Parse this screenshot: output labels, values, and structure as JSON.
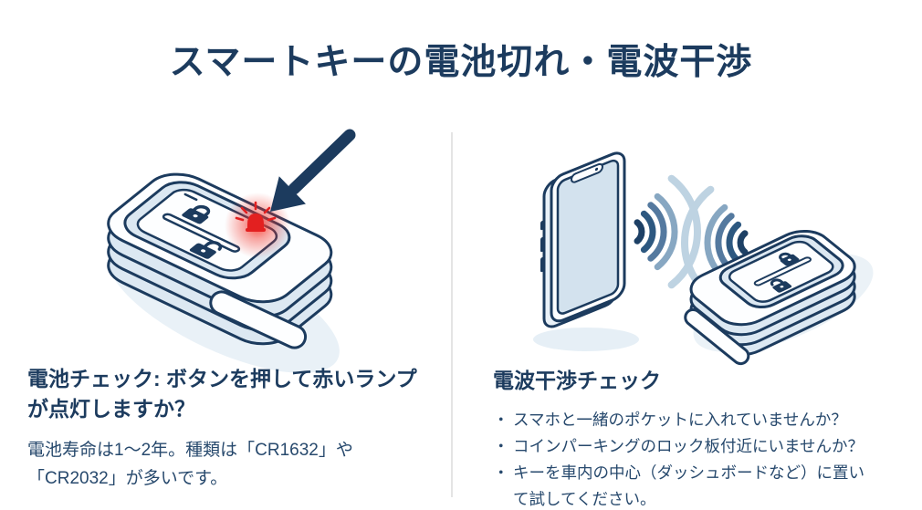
{
  "title": "スマートキーの電池切れ・電波干渉",
  "colors": {
    "navy_outline_text": "#1c3b5e",
    "body_text": "#27496d",
    "light_blue_fill": "#dce8f2",
    "phone_screen_blue": "#d3e2ee",
    "wave_dark": "#1d4065",
    "wave_mid": "#2d5880",
    "wave_light": "#54799f",
    "wave_lighter": "#87a7c2",
    "wave_lightest": "#bed3e2",
    "lamp_red": "#e32020",
    "divider_gray": "#e4e4e4",
    "background": "#ffffff"
  },
  "left_section": {
    "illustration": "smart-key-fob-with-red-lamp-and-arrow",
    "heading_lines": [
      "電池チェック: ボタンを押して赤いランプ",
      "が点灯しますか？"
    ],
    "body_lines": [
      "電池寿命は1〜2年。種類は「CR1632」や",
      "「CR2032」が多いです。"
    ]
  },
  "right_section": {
    "illustration": "smartphone-radio-wave-interference-with-key-fob",
    "heading": "電波干渉チェック",
    "bullet_marker": "・",
    "bullets": [
      {
        "lines": [
          "スマホと一緒のポケットに入れていませんか？"
        ]
      },
      {
        "lines": [
          "コインパーキングのロック板付近にいませんか？"
        ]
      },
      {
        "lines": [
          "キーを車内の中心（ダッシュボードなど）に置い",
          "て試してください。"
        ]
      }
    ]
  }
}
